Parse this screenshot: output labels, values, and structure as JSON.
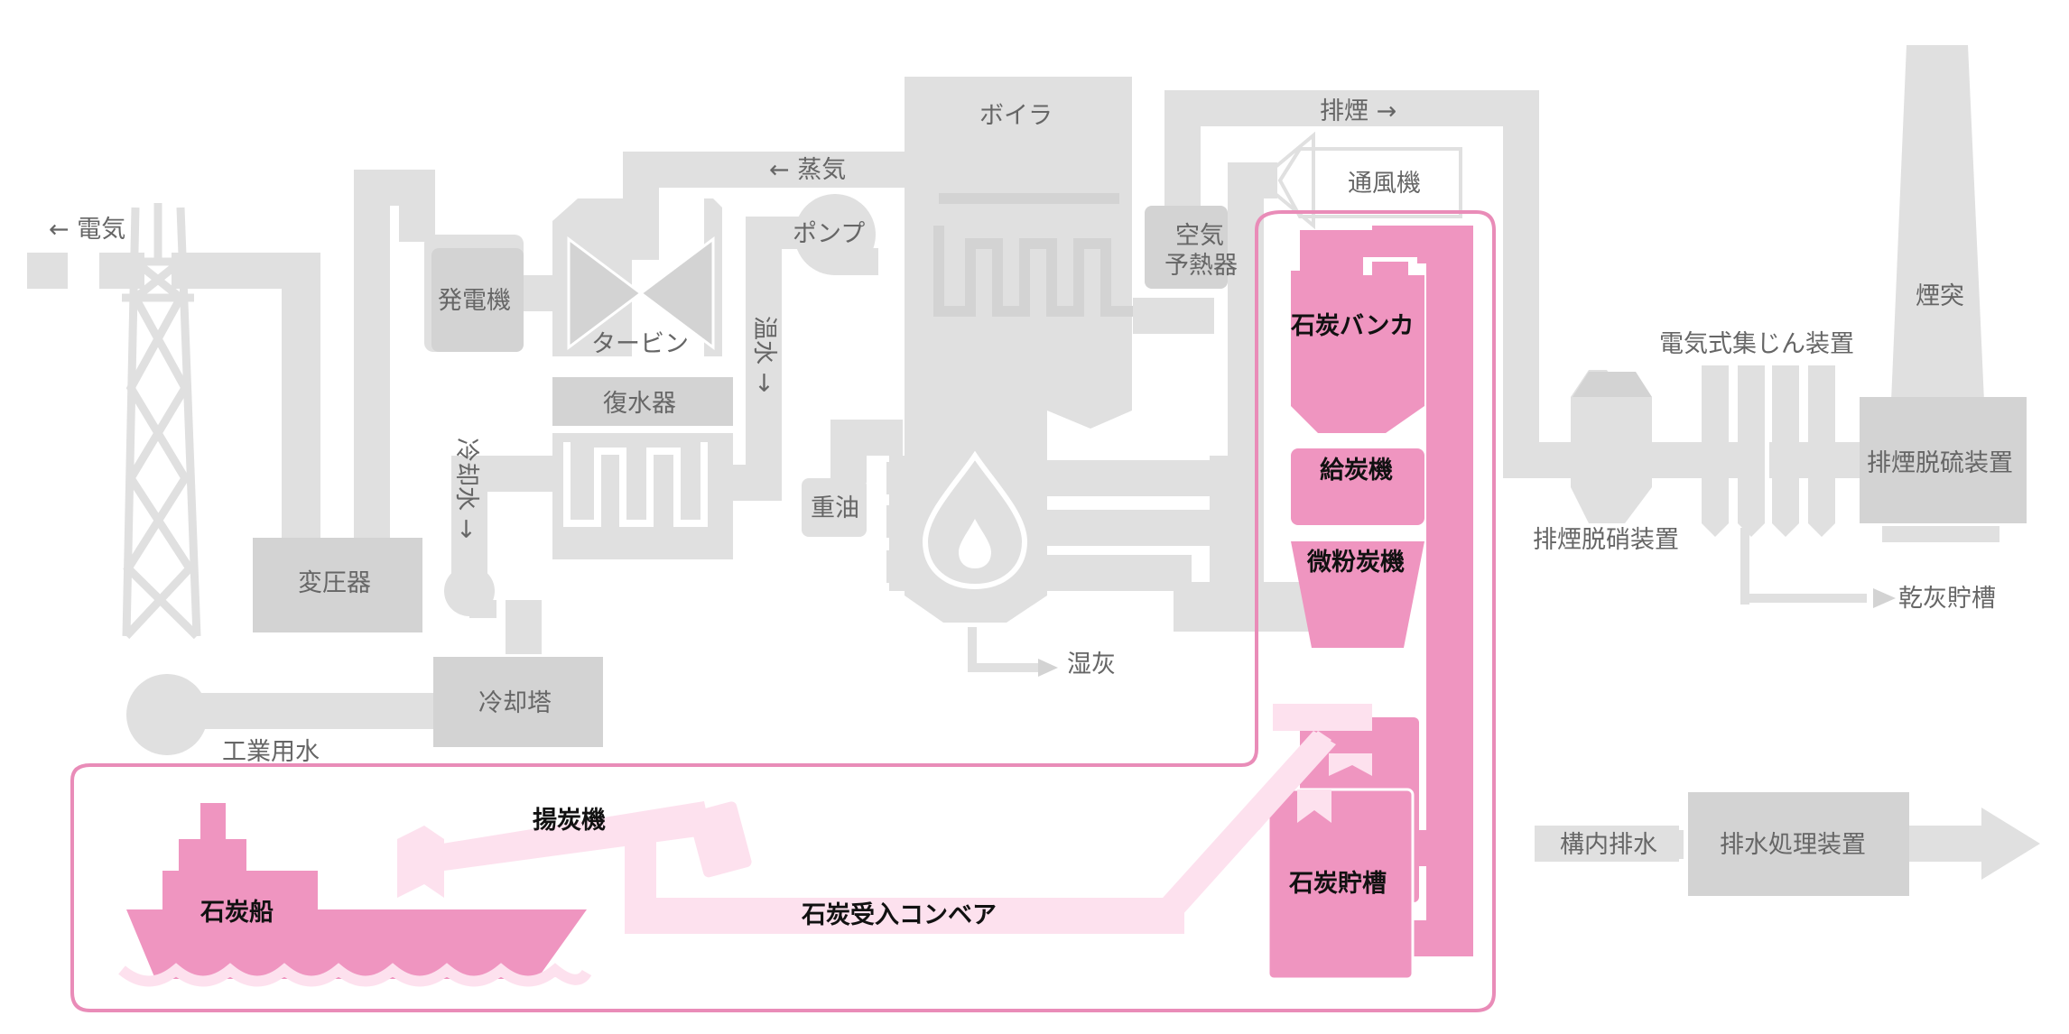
{
  "colors": {
    "gray": "#e0e0e0",
    "gray_dark": "#d3d3d3",
    "pink": "#ef95c0",
    "pink_light": "#fde1ee",
    "outline_pink": "#e98cb8",
    "text_gray": "#666666",
    "text_dark": "#111111"
  },
  "labels": {
    "electricity": "← 電気",
    "generator": "発電機",
    "turbine": "タービン",
    "steam": "← 蒸気",
    "pump": "ポンプ",
    "boiler": "ボイラ",
    "exhaust_smoke": "排煙 →",
    "fan": "通風機",
    "air_preheater_1": "空気",
    "air_preheater_2": "予熱器",
    "warm_water": "温水 →",
    "condenser": "復水器",
    "cooling_water": "冷却水 →",
    "transformer": "変圧器",
    "heavy_oil": "重油",
    "wet_ash": "湿灰",
    "cooling_tower": "冷却塔",
    "industrial_water": "工業用水",
    "coal_bunker": "石炭バンカ",
    "coal_feeder": "給炭機",
    "pulverizer": "微粉炭機",
    "coal_silo": "石炭貯槽",
    "unloader": "揚炭機",
    "coal_conveyor": "石炭受入コンベア",
    "coal_ship": "石炭船",
    "denitration": "排煙脱硝装置",
    "esp": "電気式集じん装置",
    "chimney": "煙突",
    "desulfurization": "排煙脱硫装置",
    "dry_ash_tank": "乾灰貯槽",
    "site_wastewater": "構内排水",
    "wastewater_treatment": "排水処理装置"
  },
  "icons": [
    "transmission-tower-icon",
    "flame-icon",
    "ship-icon",
    "arrow-icon",
    "chimney-icon"
  ]
}
